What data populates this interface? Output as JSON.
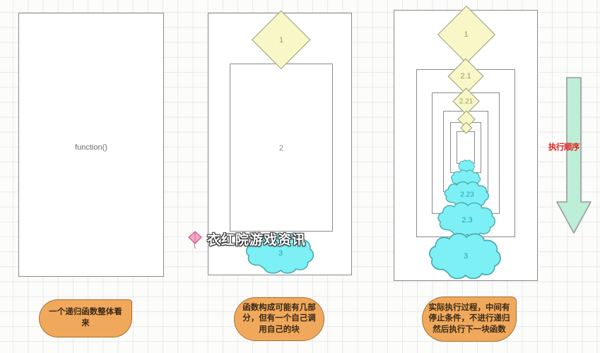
{
  "diagram": {
    "title": "recursive-function-explanation",
    "colors": {
      "panel_border": "#8a8a8a",
      "panel_fill": "#ffffff",
      "diamond_fill": "#f7f7c8",
      "diamond_border": "#9a9a7a",
      "diamond_text": "#9b9b60",
      "cloud_fill": "#7df0f5",
      "cloud_border": "#4aa8ae",
      "cloud_text": "#1aa6b5",
      "callout_fill": "#f0a95c",
      "callout_border": "#a96f2d",
      "arrow_fill": "#bdeed6",
      "arrow_border": "#8a8a8a",
      "arrow_label": "#e02020",
      "background": "#fcfcfb"
    }
  },
  "panel_left": {
    "function_label": "function()"
  },
  "panel_middle": {
    "diamond_1": "1",
    "block_2": "2",
    "cloud_3": "3"
  },
  "panel_right": {
    "diamond_1": "1",
    "diamond_2_1": "2.1",
    "diamond_2_21": "2.21",
    "diamond_inner_1": "",
    "diamond_inner_2": "",
    "cloud_inner_1": "",
    "cloud_inner_2": "",
    "cloud_2_23": "2.23",
    "cloud_2_3": "2.3",
    "cloud_3": "3"
  },
  "arrow": {
    "label": "执行顺序"
  },
  "callouts": {
    "left": "一个递归函数整体看来",
    "middle": "函数构成可能有几部分，但有一个自己调用自己的块",
    "right": "实际执行过程，中间有停止条件，不进行递归然后执行下一块函数"
  },
  "watermark": {
    "text": "衣红院游戏资讯",
    "icon": "kite-icon"
  }
}
